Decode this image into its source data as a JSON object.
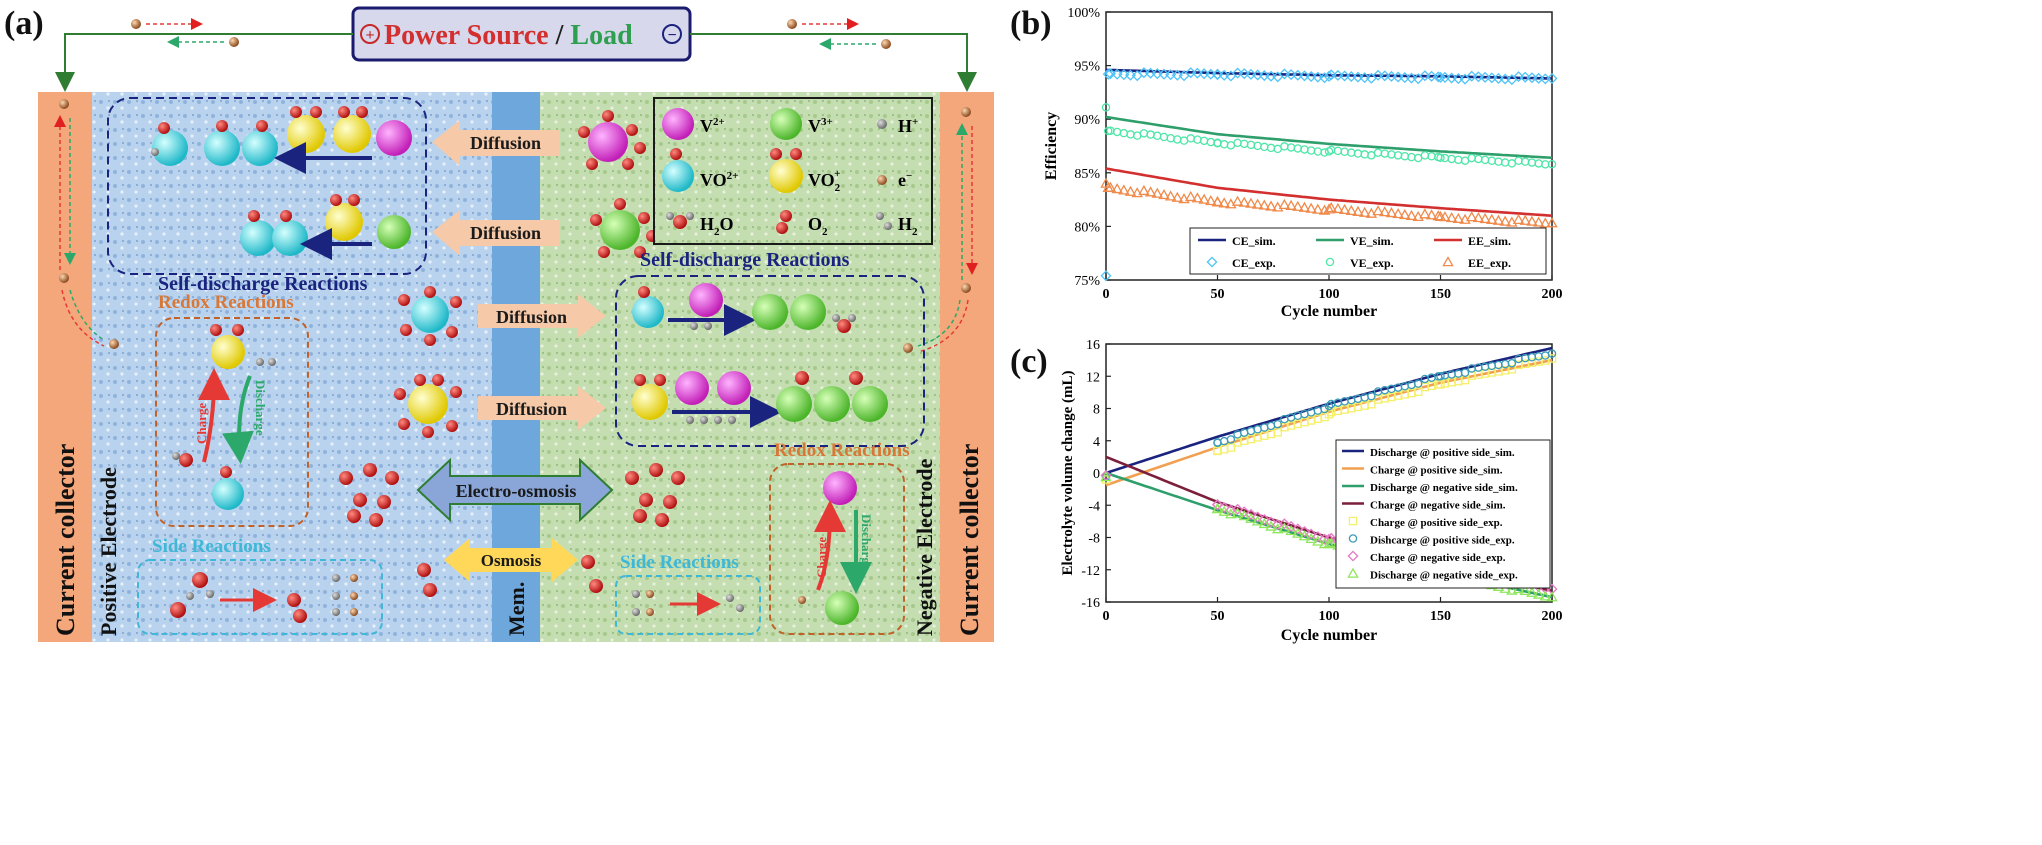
{
  "panel_a": {
    "label": "(a)",
    "power_plus": "+",
    "power_source": "Power Source",
    "power_slash": " / ",
    "power_load": "Load",
    "power_minus": "−",
    "current_collector_left": "Current collector",
    "current_collector_right": "Current collector",
    "positive_electrode": "Positive Electrode",
    "negative_electrode": "Negative Electrode",
    "membrane": "Mem.",
    "self_discharge_left": "Self-discharge Reactions",
    "self_discharge_right": "Self-discharge Reactions",
    "redox_left": "Redox Reactions",
    "redox_right": "Redox Reactions",
    "side_left": "Side Reactions",
    "side_right": "Side Reactions",
    "charge": "Charge",
    "discharge": "Discharge",
    "diffusion": [
      "Diffusion",
      "Diffusion",
      "Diffusion",
      "Diffusion"
    ],
    "electro_osmosis": "Electro-osmosis",
    "osmosis": "Osmosis",
    "legend": {
      "v2": "V",
      "v2_sup": "2+",
      "v3": "V",
      "v3_sup": "3+",
      "hplus": "H",
      "hplus_sup": "+",
      "vo2plus": "VO",
      "vo2plus_sup": "2+",
      "vo2": "VO",
      "vo2_sub": "2",
      "vo2_sup": "+",
      "electron": "e",
      "electron_sup": "−",
      "h2o": "H",
      "h2o_sub": "2",
      "h2o_tail": "O",
      "o2": "O",
      "o2_sub": "2",
      "h2": "H",
      "h2_sub": "2"
    }
  },
  "chart_data": [
    {
      "panel": "(b)",
      "type": "line",
      "xlabel": "Cycle number",
      "ylabel": "Efficiency",
      "xlim": [
        0,
        200
      ],
      "ylim": [
        75,
        100
      ],
      "xticks": [
        "0",
        "50",
        "100",
        "150",
        "200"
      ],
      "yticks": [
        "75%",
        "80%",
        "85%",
        "90%",
        "95%",
        "100%"
      ],
      "legend_position": "bottom",
      "series": [
        {
          "name": "CE_sim.",
          "style": "line",
          "color": "#1a237e",
          "x": [
            0,
            50,
            100,
            150,
            200
          ],
          "y": [
            94.6,
            94.3,
            94.1,
            94.0,
            93.8
          ]
        },
        {
          "name": "VE_sim.",
          "style": "line",
          "color": "#2e9e6b",
          "x": [
            0,
            50,
            100,
            150,
            200
          ],
          "y": [
            90.2,
            88.6,
            87.7,
            87.0,
            86.4
          ]
        },
        {
          "name": "EE_sim.",
          "style": "line",
          "color": "#d32f2f",
          "x": [
            0,
            50,
            100,
            150,
            200
          ],
          "y": [
            85.4,
            83.6,
            82.5,
            81.7,
            81.0
          ]
        },
        {
          "name": "CE_exp.",
          "style": "marker",
          "marker": "diamond",
          "color": "#4fc3f7",
          "x": [
            0,
            1,
            50,
            100,
            150,
            200
          ],
          "y": [
            75.4,
            94.2,
            94.2,
            94.0,
            93.9,
            93.8
          ]
        },
        {
          "name": "VE_exp.",
          "style": "marker",
          "marker": "circle",
          "color": "#4ee6a8",
          "x": [
            0,
            1,
            50,
            100,
            150,
            200
          ],
          "y": [
            91.1,
            88.9,
            87.8,
            87.0,
            86.4,
            85.8
          ]
        },
        {
          "name": "EE_exp.",
          "style": "marker",
          "marker": "triangle",
          "color": "#f08a4b",
          "x": [
            0,
            1,
            50,
            100,
            150,
            200
          ],
          "y": [
            84.0,
            83.6,
            82.3,
            81.6,
            80.9,
            80.3
          ]
        }
      ]
    },
    {
      "panel": "(c)",
      "type": "line",
      "xlabel": "Cycle number",
      "ylabel": "Electrolyte volume change (mL)",
      "xlim": [
        0,
        200
      ],
      "ylim": [
        -16,
        16
      ],
      "xticks": [
        "0",
        "50",
        "100",
        "150",
        "200"
      ],
      "yticks": [
        "-16",
        "-12",
        "-8",
        "-4",
        "0",
        "4",
        "8",
        "12",
        "16"
      ],
      "legend_position": "right",
      "series": [
        {
          "name": "Discharge @ positive side_sim.",
          "style": "line",
          "color": "#1a237e",
          "x": [
            0,
            50,
            100,
            150,
            200
          ],
          "y": [
            0,
            4.5,
            8.6,
            12.3,
            15.5
          ]
        },
        {
          "name": "Charge @ positive side_sim.",
          "style": "line",
          "color": "#f0a050",
          "x": [
            0,
            50,
            100,
            150,
            200
          ],
          "y": [
            -1.5,
            3.2,
            7.6,
            11.2,
            14.0
          ]
        },
        {
          "name": "Discharge @ negative side_sim.",
          "style": "line",
          "color": "#2e9e6b",
          "x": [
            0,
            50,
            100,
            150,
            200
          ],
          "y": [
            0,
            -4.6,
            -8.8,
            -12.4,
            -15.4
          ]
        },
        {
          "name": "Charge @ negative side_sim.",
          "style": "line",
          "color": "#7b1f3a",
          "x": [
            0,
            50,
            100,
            150,
            200
          ],
          "y": [
            2.0,
            -3.6,
            -8.0,
            -11.7,
            -14.6
          ]
        },
        {
          "name": "Charge @ positive side_exp.",
          "style": "marker",
          "marker": "square",
          "color": "#f5f06a",
          "x": [
            0,
            50,
            100,
            150,
            200
          ],
          "y": [
            -0.8,
            2.8,
            7.3,
            11.0,
            14.2
          ]
        },
        {
          "name": "Dishcarge @ positive side_exp.",
          "style": "marker",
          "marker": "circle",
          "color": "#3a9ab8",
          "x": [
            0,
            50,
            100,
            150,
            200
          ],
          "y": [
            -0.5,
            3.8,
            8.3,
            12.0,
            14.8
          ]
        },
        {
          "name": "Charge @ negative side_exp.",
          "style": "marker",
          "marker": "diamond",
          "color": "#e87ac6",
          "x": [
            0,
            50,
            100,
            150,
            200
          ],
          "y": [
            -0.3,
            -3.9,
            -8.2,
            -11.8,
            -14.4
          ]
        },
        {
          "name": "Discharge @ negative side_exp.",
          "style": "marker",
          "marker": "triangle",
          "color": "#8ee65a",
          "x": [
            0,
            50,
            100,
            150,
            200
          ],
          "y": [
            -0.5,
            -4.4,
            -8.8,
            -12.6,
            -15.4
          ]
        }
      ]
    }
  ]
}
